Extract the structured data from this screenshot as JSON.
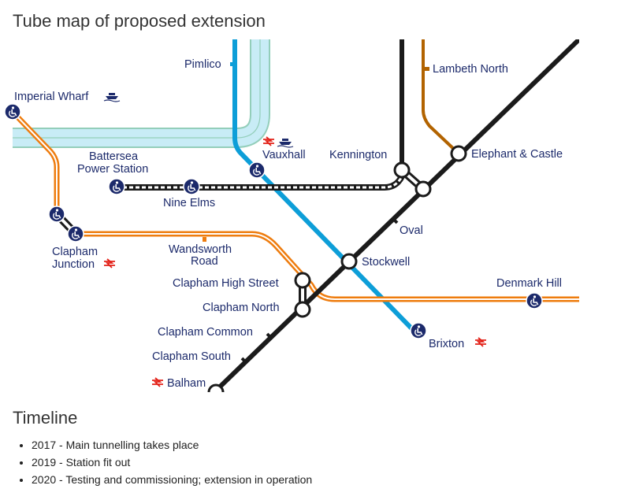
{
  "headings": {
    "map": "Tube map of proposed extension",
    "timeline": "Timeline"
  },
  "colors": {
    "northern": "#1b1b1b",
    "victoria": "#0d9ed8",
    "overground": "#ee7c0e",
    "bakerloo": "#b26300",
    "waterloo_city": "#93ceba",
    "circle_light": "#c8ecf6",
    "label": "#1c2a6b",
    "rail": "#e32017",
    "accessible": "#1c2a6b"
  },
  "stations": {
    "pimlico": "Pimlico",
    "lambeth_north": "Lambeth North",
    "imperial_wharf": "Imperial Wharf",
    "vauxhall": "Vauxhall",
    "kennington": "Kennington",
    "elephant_castle": "Elephant & Castle",
    "battersea_line1": "Battersea",
    "battersea_line2": "Power Station",
    "nine_elms": "Nine Elms",
    "oval": "Oval",
    "clapham_junction_line1": "Clapham",
    "clapham_junction_line2": "Junction",
    "wandsworth_road_line1": "Wandsworth",
    "wandsworth_road_line2": "Road",
    "stockwell": "Stockwell",
    "clapham_high_street": "Clapham High Street",
    "denmark_hill": "Denmark Hill",
    "clapham_north": "Clapham North",
    "brixton": "Brixton",
    "clapham_common": "Clapham Common",
    "clapham_south": "Clapham South",
    "balham": "Balham"
  },
  "timeline": [
    "2017 - Main tunnelling takes place",
    "2019 - Station fit out",
    "2020 - Testing and commissioning; extension in operation"
  ]
}
